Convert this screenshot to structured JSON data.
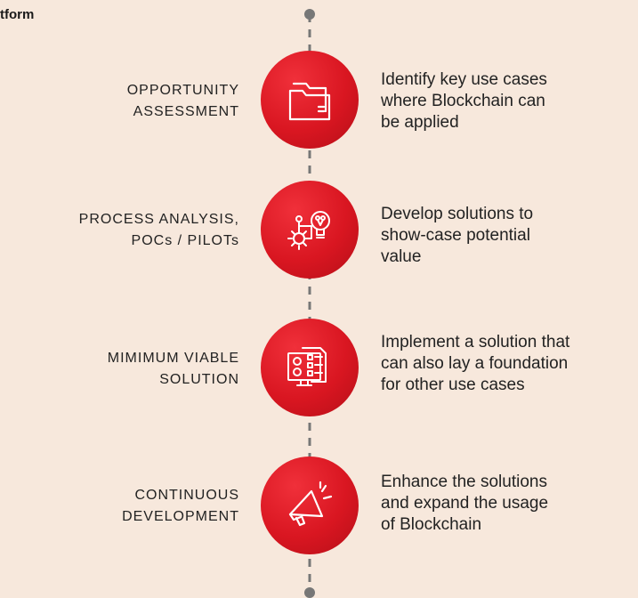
{
  "header": {
    "title": "tform"
  },
  "steps": [
    {
      "label_line1": "OPPORTUNITY",
      "label_line2": "ASSESSMENT",
      "icon": "folder-icon",
      "description": [
        "Identify key use cases",
        "where Blockchain can",
        "be applied"
      ]
    },
    {
      "label_line1": "PROCESS ANALYSIS,",
      "label_line2": "POCs / PILOTs",
      "icon": "idea-gear-icon",
      "description": [
        "Develop solutions to",
        "show-case potential",
        "value"
      ]
    },
    {
      "label_line1": "MIMIMUM VIABLE",
      "label_line2": "SOLUTION",
      "icon": "dashboard-checklist-icon",
      "description": [
        "Implement a solution that",
        "can also lay a foundation",
        "for other use cases"
      ]
    },
    {
      "label_line1": "CONTINUOUS",
      "label_line2": "DEVELOPMENT",
      "icon": "megaphone-icon",
      "description": [
        "Enhance the solutions",
        "and expand the usage",
        "of Blockchain"
      ]
    }
  ],
  "colors": {
    "accent": "#d91621",
    "background": "#f7e8dc",
    "line": "#777777"
  }
}
